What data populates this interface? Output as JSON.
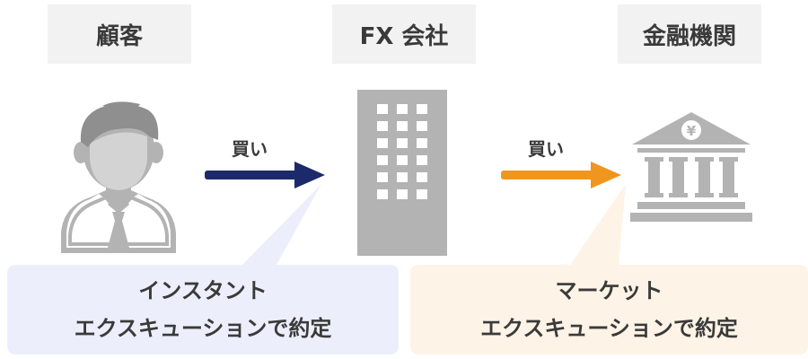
{
  "labels": {
    "customer": "顧客",
    "fx_company": "FX 会社",
    "financial_institution": "金融機関"
  },
  "arrows": {
    "buy_label_1": "買い",
    "buy_label_2": "買い"
  },
  "callouts": {
    "instant": {
      "line1": "インスタント",
      "line2": "エクスキューションで約定"
    },
    "market": {
      "line1": "マーケット",
      "line2": "エクスキューションで約定"
    }
  },
  "bank_symbol": "¥",
  "colors": {
    "label_bg": "#f2f2f2",
    "icon_gray": "#b3b3b3",
    "arrow_navy": "#1c2a6b",
    "arrow_orange": "#f0961e",
    "callout_blue": "#eceffb",
    "callout_orange": "#fdf3e6",
    "text": "#3a3a3a"
  }
}
